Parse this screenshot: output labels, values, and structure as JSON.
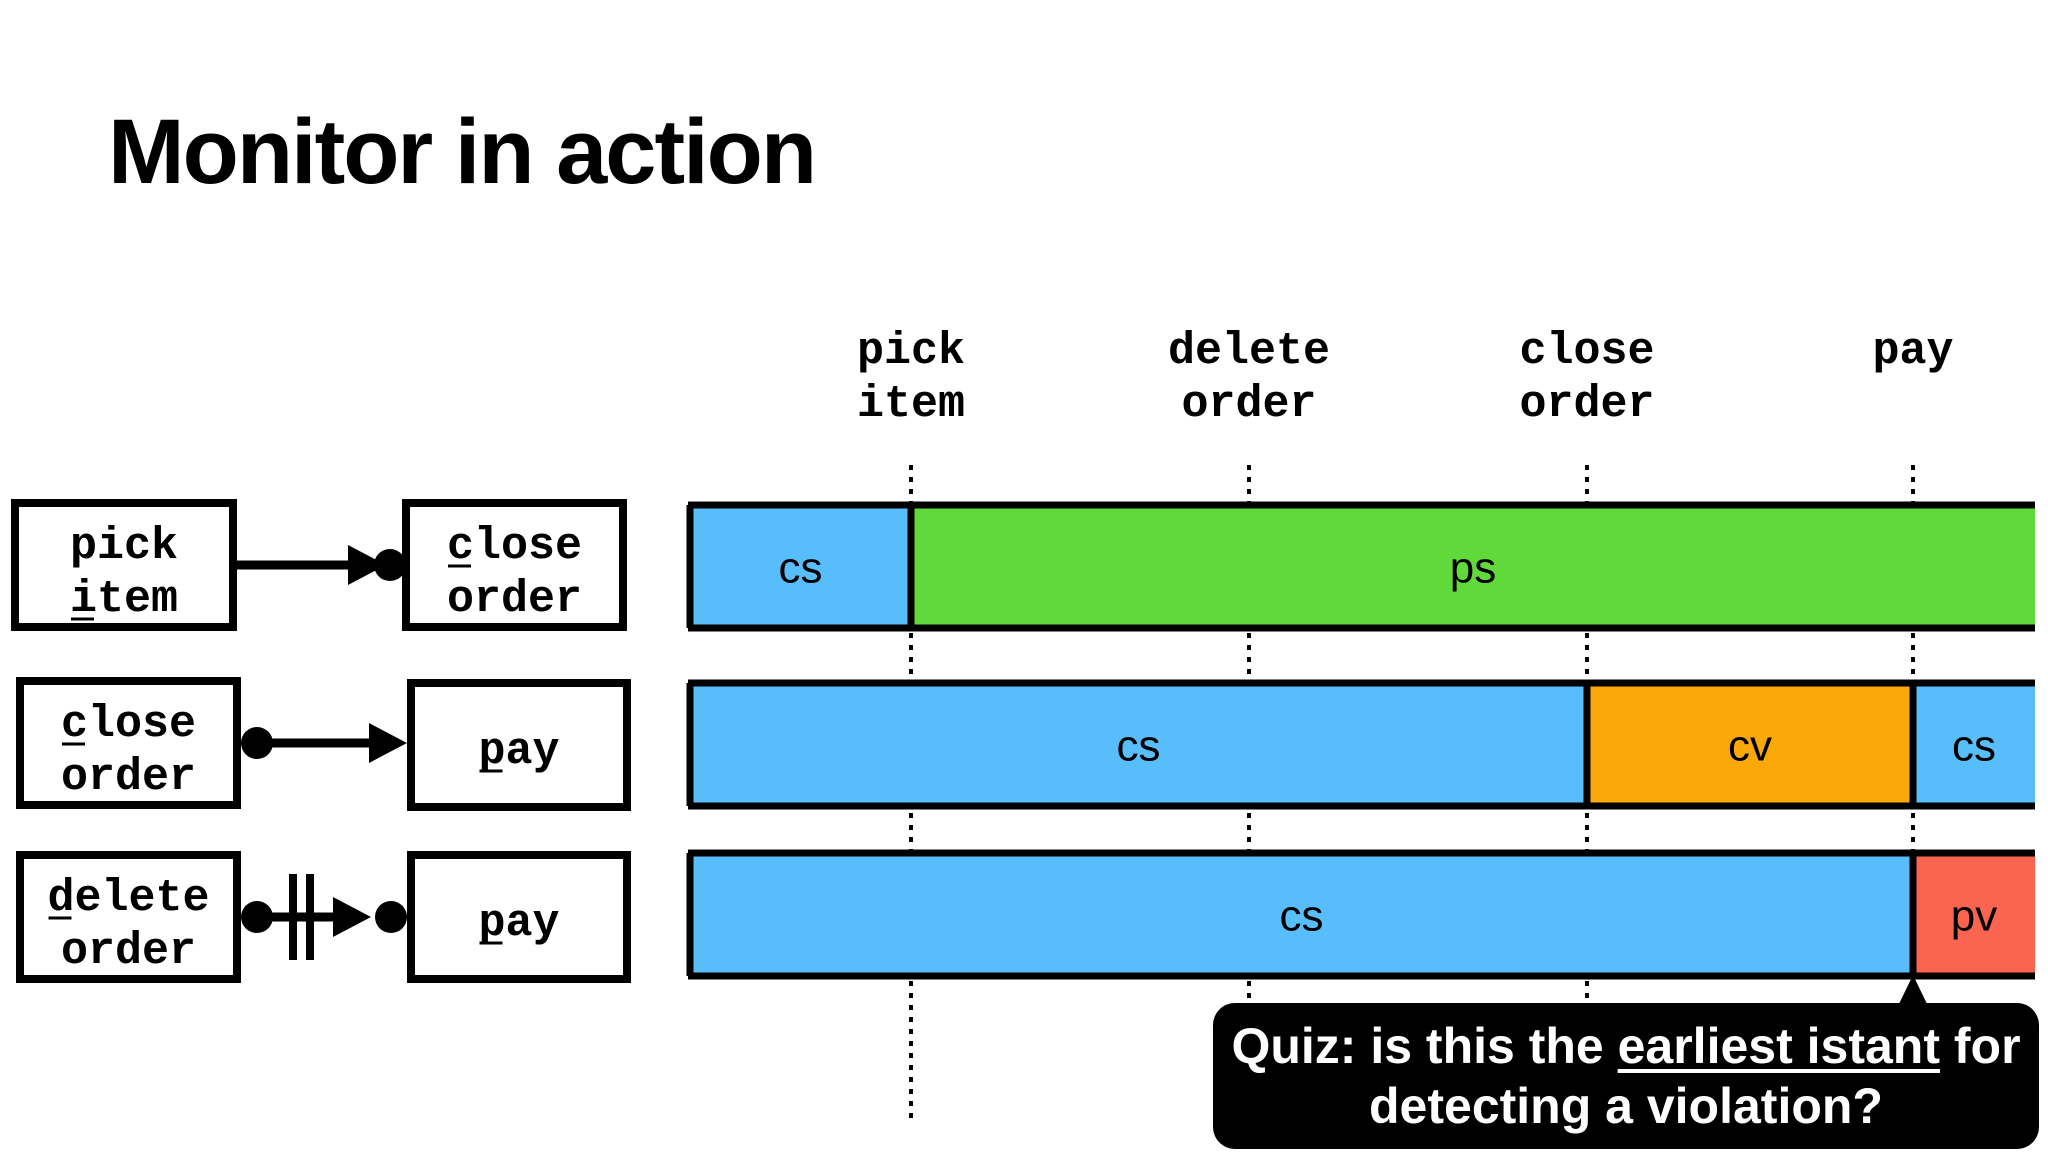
{
  "title": "Monitor in action",
  "events": [
    {
      "line1": "pick",
      "line2": "item"
    },
    {
      "line1": "delete",
      "line2": "order"
    },
    {
      "line1": "close",
      "line2": "order"
    },
    {
      "line1": "pay",
      "line2": ""
    }
  ],
  "constraints": [
    {
      "source": {
        "line1": "pick",
        "line2": "item",
        "underline": "line2:0"
      },
      "target": {
        "line1": "close",
        "line2": "order",
        "underline": "line1:0"
      },
      "connector": "response"
    },
    {
      "source": {
        "line1": "close",
        "line2": "order",
        "underline": "line1:0"
      },
      "target": {
        "line1": "pay",
        "line2": "",
        "underline": "line1:0"
      },
      "connector": "precedence"
    },
    {
      "source": {
        "line1": "delete",
        "line2": "order",
        "underline": "line1:0"
      },
      "target": {
        "line1": "pay",
        "line2": "",
        "underline": "line1:0"
      },
      "connector": "not-succession"
    }
  ],
  "timelines": [
    [
      {
        "state": "cs",
        "from_event": -1,
        "to_event": 0
      },
      {
        "state": "ps",
        "from_event": 0,
        "to_event": 4
      }
    ],
    [
      {
        "state": "cs",
        "from_event": -1,
        "to_event": 2
      },
      {
        "state": "cv",
        "from_event": 2,
        "to_event": 3
      },
      {
        "state": "cs",
        "from_event": 3,
        "to_event": 4
      }
    ],
    [
      {
        "state": "cs",
        "from_event": -1,
        "to_event": 3
      },
      {
        "state": "pv",
        "from_event": 3,
        "to_event": 4
      }
    ]
  ],
  "state_colors": {
    "cs": "#57bdfb",
    "ps": "#61d93b",
    "cv": "#fba90a",
    "pv": "#fb6450"
  },
  "quiz": {
    "pre": "Quiz: is this the ",
    "emph": "earliest istant",
    "post": " for",
    "line2": "detecting a violation?"
  }
}
